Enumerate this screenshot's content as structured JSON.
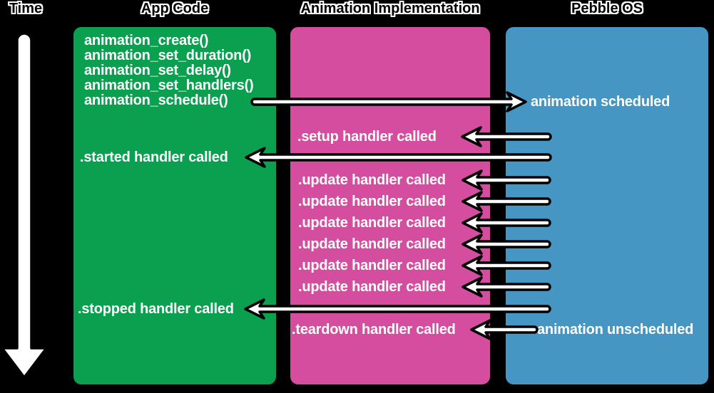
{
  "colors": {
    "background": "#000000",
    "app_box_green": "#0AA050",
    "impl_box_magenta": "#D44D9E",
    "os_box_blue": "#4696C3",
    "label_text": "#FFFFFF",
    "arrow_fill": "#FFFFFF",
    "arrow_outline": "#000000"
  },
  "headers": {
    "time": "Time",
    "app": "App Code",
    "impl": "Animation Implementation",
    "os": "Pebble OS"
  },
  "app_code": {
    "calls": [
      "animation_create()",
      "animation_set_duration()",
      "animation_set_delay()",
      "animation_set_handlers()",
      "animation_schedule()"
    ],
    "started": ".started handler called",
    "stopped": ".stopped handler called"
  },
  "impl": {
    "setup": ".setup handler called",
    "updates": [
      ".update handler called",
      ".update handler called",
      ".update handler called",
      ".update handler called",
      ".update handler called",
      ".update handler called"
    ],
    "teardown": ".teardown handler called"
  },
  "os": {
    "scheduled": "animation scheduled",
    "unscheduled": "animation unscheduled"
  }
}
